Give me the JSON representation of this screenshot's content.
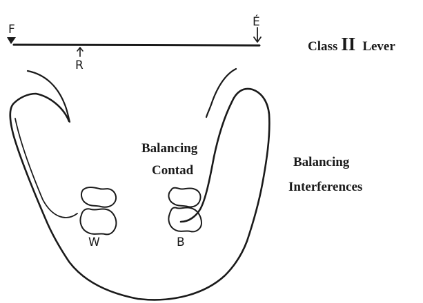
{
  "title": {
    "prefix": "Class",
    "numeral": "II",
    "suffix": "Lever"
  },
  "lever": {
    "fulcrum_label": "F",
    "effort_label": "É",
    "resistance_label": "R"
  },
  "labels": {
    "balancing_contact_line1": "Balancing",
    "balancing_contact_line2": "Contad",
    "balancing_interferences_line1": "Balancing",
    "balancing_interferences_line2": "Interferences"
  },
  "teeth": {
    "working_label": "W",
    "balancing_label": "B"
  }
}
